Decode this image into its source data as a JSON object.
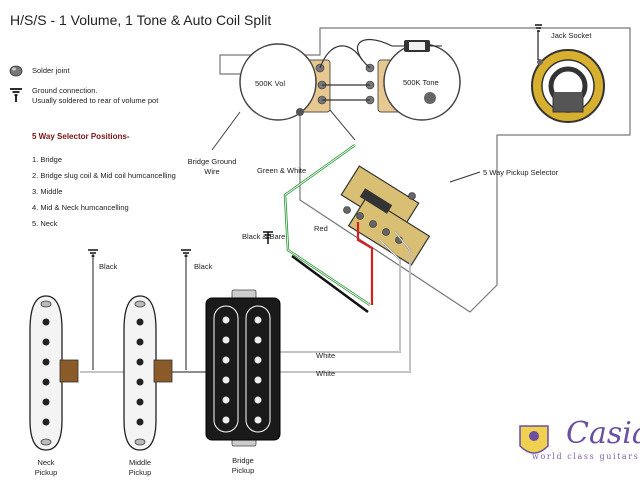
{
  "title": "H/S/S - 1 Volume, 1 Tone & Auto Coil Split",
  "legend": {
    "solder": "Solder joint",
    "ground_line1": "Ground connection.",
    "ground_line2": "Usually soldered to rear of volume pot"
  },
  "selector": {
    "heading": "5 Way Selector Positions-",
    "positions": [
      "1. Bridge",
      "2. Bridge slug coil & Mid coil humcancelling",
      "3. Middle",
      "4. Mid & Neck humcancelling",
      "5. Neck"
    ]
  },
  "components": {
    "vol_pot": "500K Vol",
    "tone_pot": "500K Tone",
    "jack": "Jack Socket",
    "selector_label": "5 Way Pickup Selector",
    "bridge_ground_line1": "Bridge Ground",
    "bridge_ground_line2": "Wire"
  },
  "wires": {
    "green_white": "Green & White",
    "red": "Red",
    "black_bare": "Black & Bare",
    "black_neck": "Black",
    "black_middle": "Black",
    "white_1": "White",
    "white_2": "White"
  },
  "pickups": {
    "neck_line1": "Neck",
    "neck_line2": "Pickup",
    "middle_line1": "Middle",
    "middle_line2": "Pickup",
    "bridge_line1": "Bridge",
    "bridge_line2": "Pickup"
  },
  "brand": {
    "name": "Casian",
    "tagline": "world class guitars"
  },
  "colors": {
    "green_wire": "#2e9a3a",
    "red_wire": "#d42020",
    "black_wire": "#111111",
    "jack_ring": "#d8b030",
    "pickup_white": "#f4f4f4",
    "humbucker_black": "#1a1a1a",
    "brand_purple": "#6a4fa3"
  }
}
